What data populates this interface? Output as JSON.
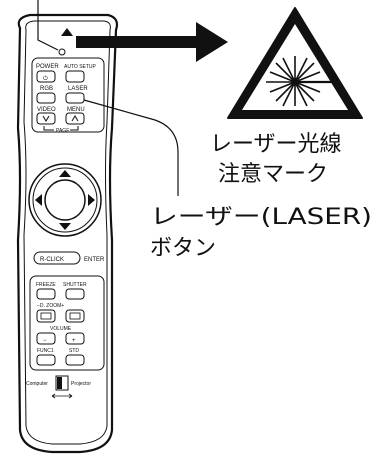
{
  "remote": {
    "power": "POWER",
    "auto_setup": "AUTO SETUP",
    "rgb": "RGB",
    "laser": "LASER",
    "video": "VIDEO",
    "menu": "MENU",
    "page": "PAGE",
    "r_click": "R-CLICK",
    "enter": "ENTER",
    "freeze": "FREEZE",
    "shutter": "SHUTTER",
    "zoom": "−D. ZOOM+",
    "volume": "VOLUME",
    "func1": "FUNC1",
    "std": "STD",
    "computer": "Computer",
    "projector": "Projector"
  },
  "callouts": {
    "laser_mark_line1": "レーザー光線",
    "laser_mark_line2": "注意マーク",
    "laser_button_line1": "レーザー(LASER)",
    "laser_button_line2": "ボタン"
  },
  "icons": {
    "warning": "laser-warning-icon",
    "arrow": "right-arrow-icon"
  }
}
